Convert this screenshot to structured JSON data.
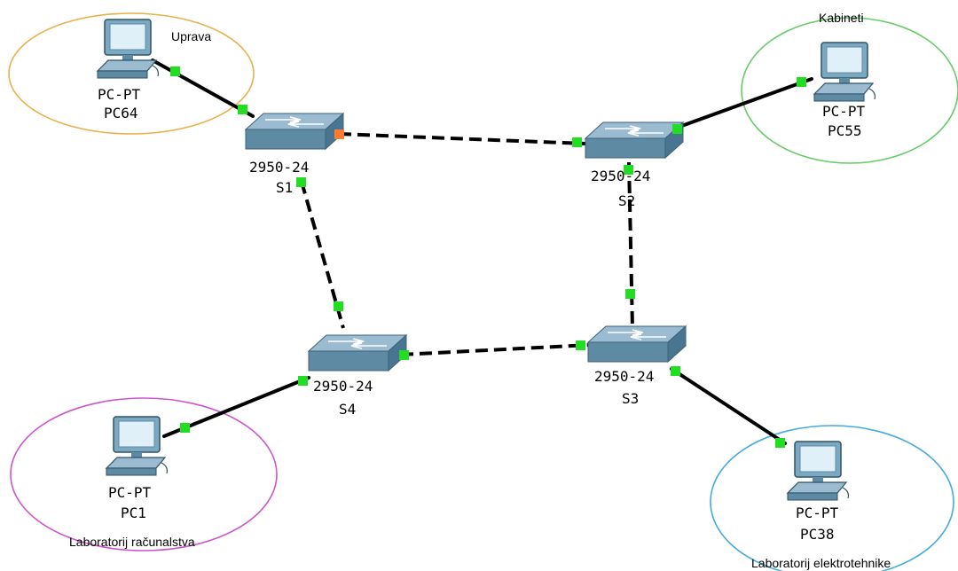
{
  "colors": {
    "area_uprava": "#e8b04a",
    "area_kabineti": "#66cc66",
    "area_lab_racunalstva": "#cc55cc",
    "area_lab_elektrotehnike": "#44aadd",
    "port_up": "#22dd22",
    "port_blocked": "#ff7a33",
    "switch_top": "#8fb0c4",
    "switch_front": "#5f8aa4",
    "pc_body": "#6f9fba"
  },
  "areas": {
    "uprava": "Uprava",
    "kabineti": "Kabineti",
    "lab_racunalstva": "Laboratorij računalstva",
    "lab_elektrotehnike": "Laboratorij elektrotehnike"
  },
  "devices": {
    "pc64": {
      "model": "PC-PT",
      "name": "PC64"
    },
    "pc55": {
      "model": "PC-PT",
      "name": "PC55"
    },
    "pc1": {
      "model": "PC-PT",
      "name": "PC1"
    },
    "pc38": {
      "model": "PC-PT",
      "name": "PC38"
    },
    "s1": {
      "model": "2950-24",
      "name": "S1"
    },
    "s2": {
      "model": "2950-24",
      "name": "S2"
    },
    "s3": {
      "model": "2950-24",
      "name": "S3"
    },
    "s4": {
      "model": "2950-24",
      "name": "S4"
    }
  },
  "links": [
    {
      "from": "PC64",
      "to": "S1",
      "type": "straight-through",
      "from_port": "up",
      "to_port": "up"
    },
    {
      "from": "S2",
      "to": "PC55",
      "type": "straight-through",
      "from_port": "up",
      "to_port": "up"
    },
    {
      "from": "PC1",
      "to": "S4",
      "type": "straight-through",
      "from_port": "up",
      "to_port": "up"
    },
    {
      "from": "S3",
      "to": "PC38",
      "type": "straight-through",
      "from_port": "up",
      "to_port": "up"
    },
    {
      "from": "S1",
      "to": "S2",
      "type": "crossover",
      "from_port": "blocked",
      "to_port": "up"
    },
    {
      "from": "S1",
      "to": "S4",
      "type": "crossover",
      "from_port": "up",
      "to_port": "up"
    },
    {
      "from": "S2",
      "to": "S3",
      "type": "crossover",
      "from_port": "up",
      "to_port": "up"
    },
    {
      "from": "S4",
      "to": "S3",
      "type": "crossover",
      "from_port": "up",
      "to_port": "up"
    }
  ]
}
